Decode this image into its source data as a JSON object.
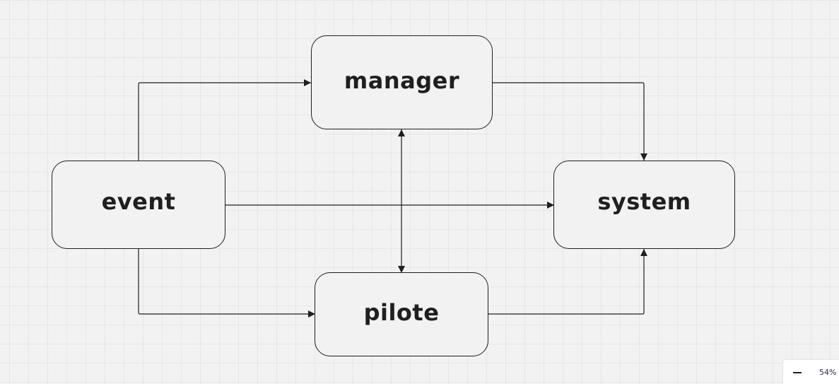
{
  "diagram": {
    "nodes": {
      "event": {
        "label": "event"
      },
      "manager": {
        "label": "manager"
      },
      "system": {
        "label": "system"
      },
      "pilote": {
        "label": "pilote"
      }
    },
    "edges": [
      {
        "from": "event",
        "to": "manager",
        "direction": "forward"
      },
      {
        "from": "event",
        "to": "system",
        "direction": "forward"
      },
      {
        "from": "event",
        "to": "pilote",
        "direction": "forward"
      },
      {
        "from": "manager",
        "to": "system",
        "direction": "forward"
      },
      {
        "from": "pilote",
        "to": "system",
        "direction": "forward"
      },
      {
        "from": "manager",
        "to": "pilote",
        "direction": "both"
      }
    ],
    "line_color": "#1f1f1f",
    "background_color": "#f2f2f2"
  },
  "zoom_widget": {
    "zoom_out_icon": "minus-icon",
    "zoom_level": "54%"
  }
}
